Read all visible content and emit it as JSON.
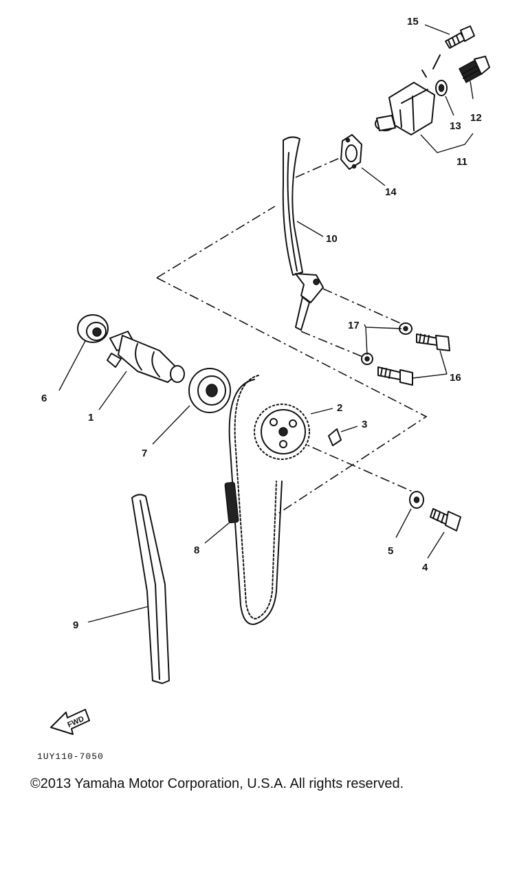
{
  "diagram": {
    "part_numbers": [
      "1",
      "2",
      "3",
      "4",
      "5",
      "6",
      "7",
      "8",
      "9",
      "10",
      "11",
      "12",
      "13",
      "14",
      "15",
      "16",
      "17"
    ],
    "direction_arrow_label": "FWD",
    "drawing_code": "1UY110-7050",
    "copyright": "©2013 Yamaha Motor Corporation, U.S.A. All rights reserved."
  }
}
